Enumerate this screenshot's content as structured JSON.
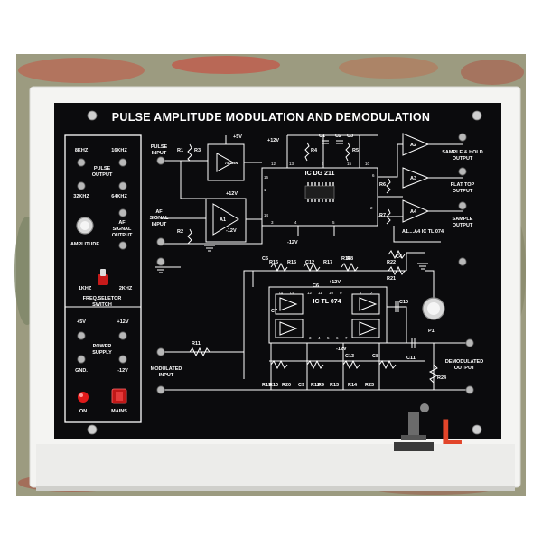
{
  "board": {
    "title": "PULSE AMPLITUDE MODULATION AND DEMODULATION",
    "left_panel": {
      "pulse_output": "PULSE\nOUTPUT",
      "freq_8k": "8KHZ",
      "freq_16k": "16KHZ",
      "freq_32k": "32KHZ",
      "freq_64k": "64KHZ",
      "amplitude": "AMPLITUDE",
      "af_signal_output": "AF\nSIGNAL\nOUTPUT",
      "freq_1k": "1KHZ",
      "freq_2k": "2KHZ",
      "freq_selector": "FREQ.SELETOR\nSWITCH",
      "plus5v": "+5V",
      "plus12v": "+12V",
      "power_supply": "POWER\nSUPPLY",
      "gnd": "GND.",
      "minus12v": "-12V",
      "on": "ON",
      "mains": "MAINS"
    },
    "circuit": {
      "pulse_input": "PULSE\nINPUT",
      "af_signal_input": "AF\nSIGNAL\nINPUT",
      "ic_dg211": "IC DG 211",
      "ic_74c14": "74C14N",
      "ic_tl074_a": "A1....A4 IC TL 074",
      "ic_tl074_b": "IC TL 074",
      "sample_hold_output": "SAMPLE & HOLD\nOUTPUT",
      "flat_top_output": "FLAT TOP\nOUTPUT",
      "sample_output": "SAMPLE\nOUTPUT",
      "modulated_input": "MODULATED\nINPUT",
      "demodulated_output": "DEMODULATED\nOUTPUT",
      "supply_labels": [
        "+5V",
        "+12V",
        "-12V",
        "+12V",
        "-12V",
        "+12V",
        "-12V"
      ],
      "pin_numbers": [
        "12",
        "13",
        "9",
        "15",
        "10",
        "16",
        "1",
        "14",
        "4",
        "2",
        "3",
        "6",
        "5",
        "7",
        "11",
        "8",
        "12",
        "11",
        "10",
        "9",
        "14",
        "13",
        "1",
        "2",
        "3",
        "4",
        "5",
        "6",
        "7"
      ],
      "amp_labels": [
        "A2",
        "A3",
        "A4",
        "A1"
      ],
      "resistors": [
        "R1",
        "R2",
        "R3",
        "R4",
        "R5",
        "R6",
        "R7",
        "R8",
        "R9",
        "R10",
        "R11",
        "R12",
        "R13",
        "R14",
        "R15",
        "R16",
        "R17",
        "R18",
        "R19",
        "R20",
        "R21",
        "R22",
        "R23",
        "R24",
        "P1"
      ],
      "capacitors": [
        "C1",
        "C2",
        "C3",
        "C4",
        "C5",
        "C6",
        "C7",
        "C8",
        "C9",
        "C10",
        "C11",
        "C12",
        "C13"
      ]
    }
  },
  "watermark": {
    "letter": "L"
  },
  "colors": {
    "panel": "#0b0b0d",
    "frame": "#f4f4f2",
    "silk": "#ffffff",
    "led": "#e01a1a",
    "socket": "#b8b8b8",
    "watermark": "#e2452a"
  }
}
